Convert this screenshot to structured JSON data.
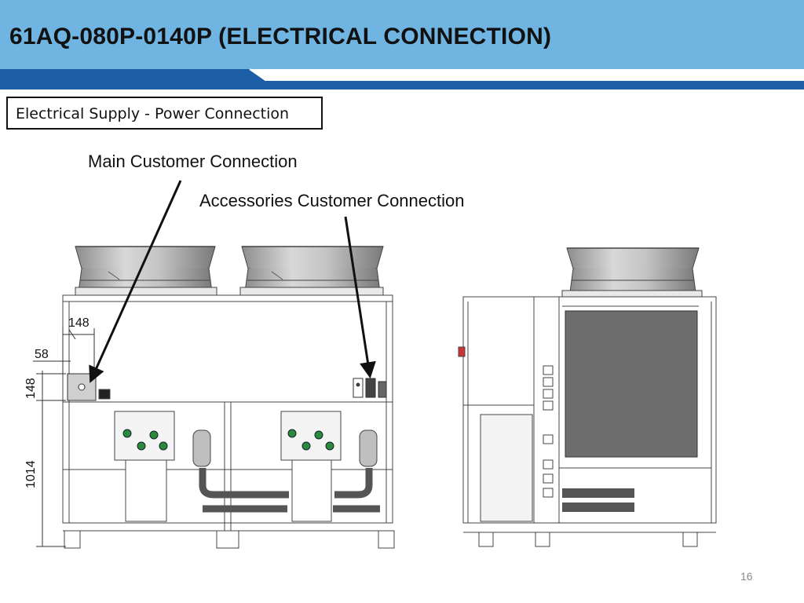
{
  "header": {
    "title": "61AQ-080P-0140P (ELECTRICAL CONNECTION)"
  },
  "section": {
    "label": "Electrical Supply - Power Connection"
  },
  "callouts": {
    "main": "Main Customer Connection",
    "accessories": "Accessories Customer Connection"
  },
  "dimensions": {
    "d148_top": "148",
    "d58": "58",
    "d148_side": "148",
    "d1014": "1014"
  },
  "page": {
    "number": "16"
  },
  "colors": {
    "header": "#70b4e2",
    "band": "#1c5fa7",
    "coil": "#6d6d6d",
    "accent_green": "#2a8a3a"
  }
}
